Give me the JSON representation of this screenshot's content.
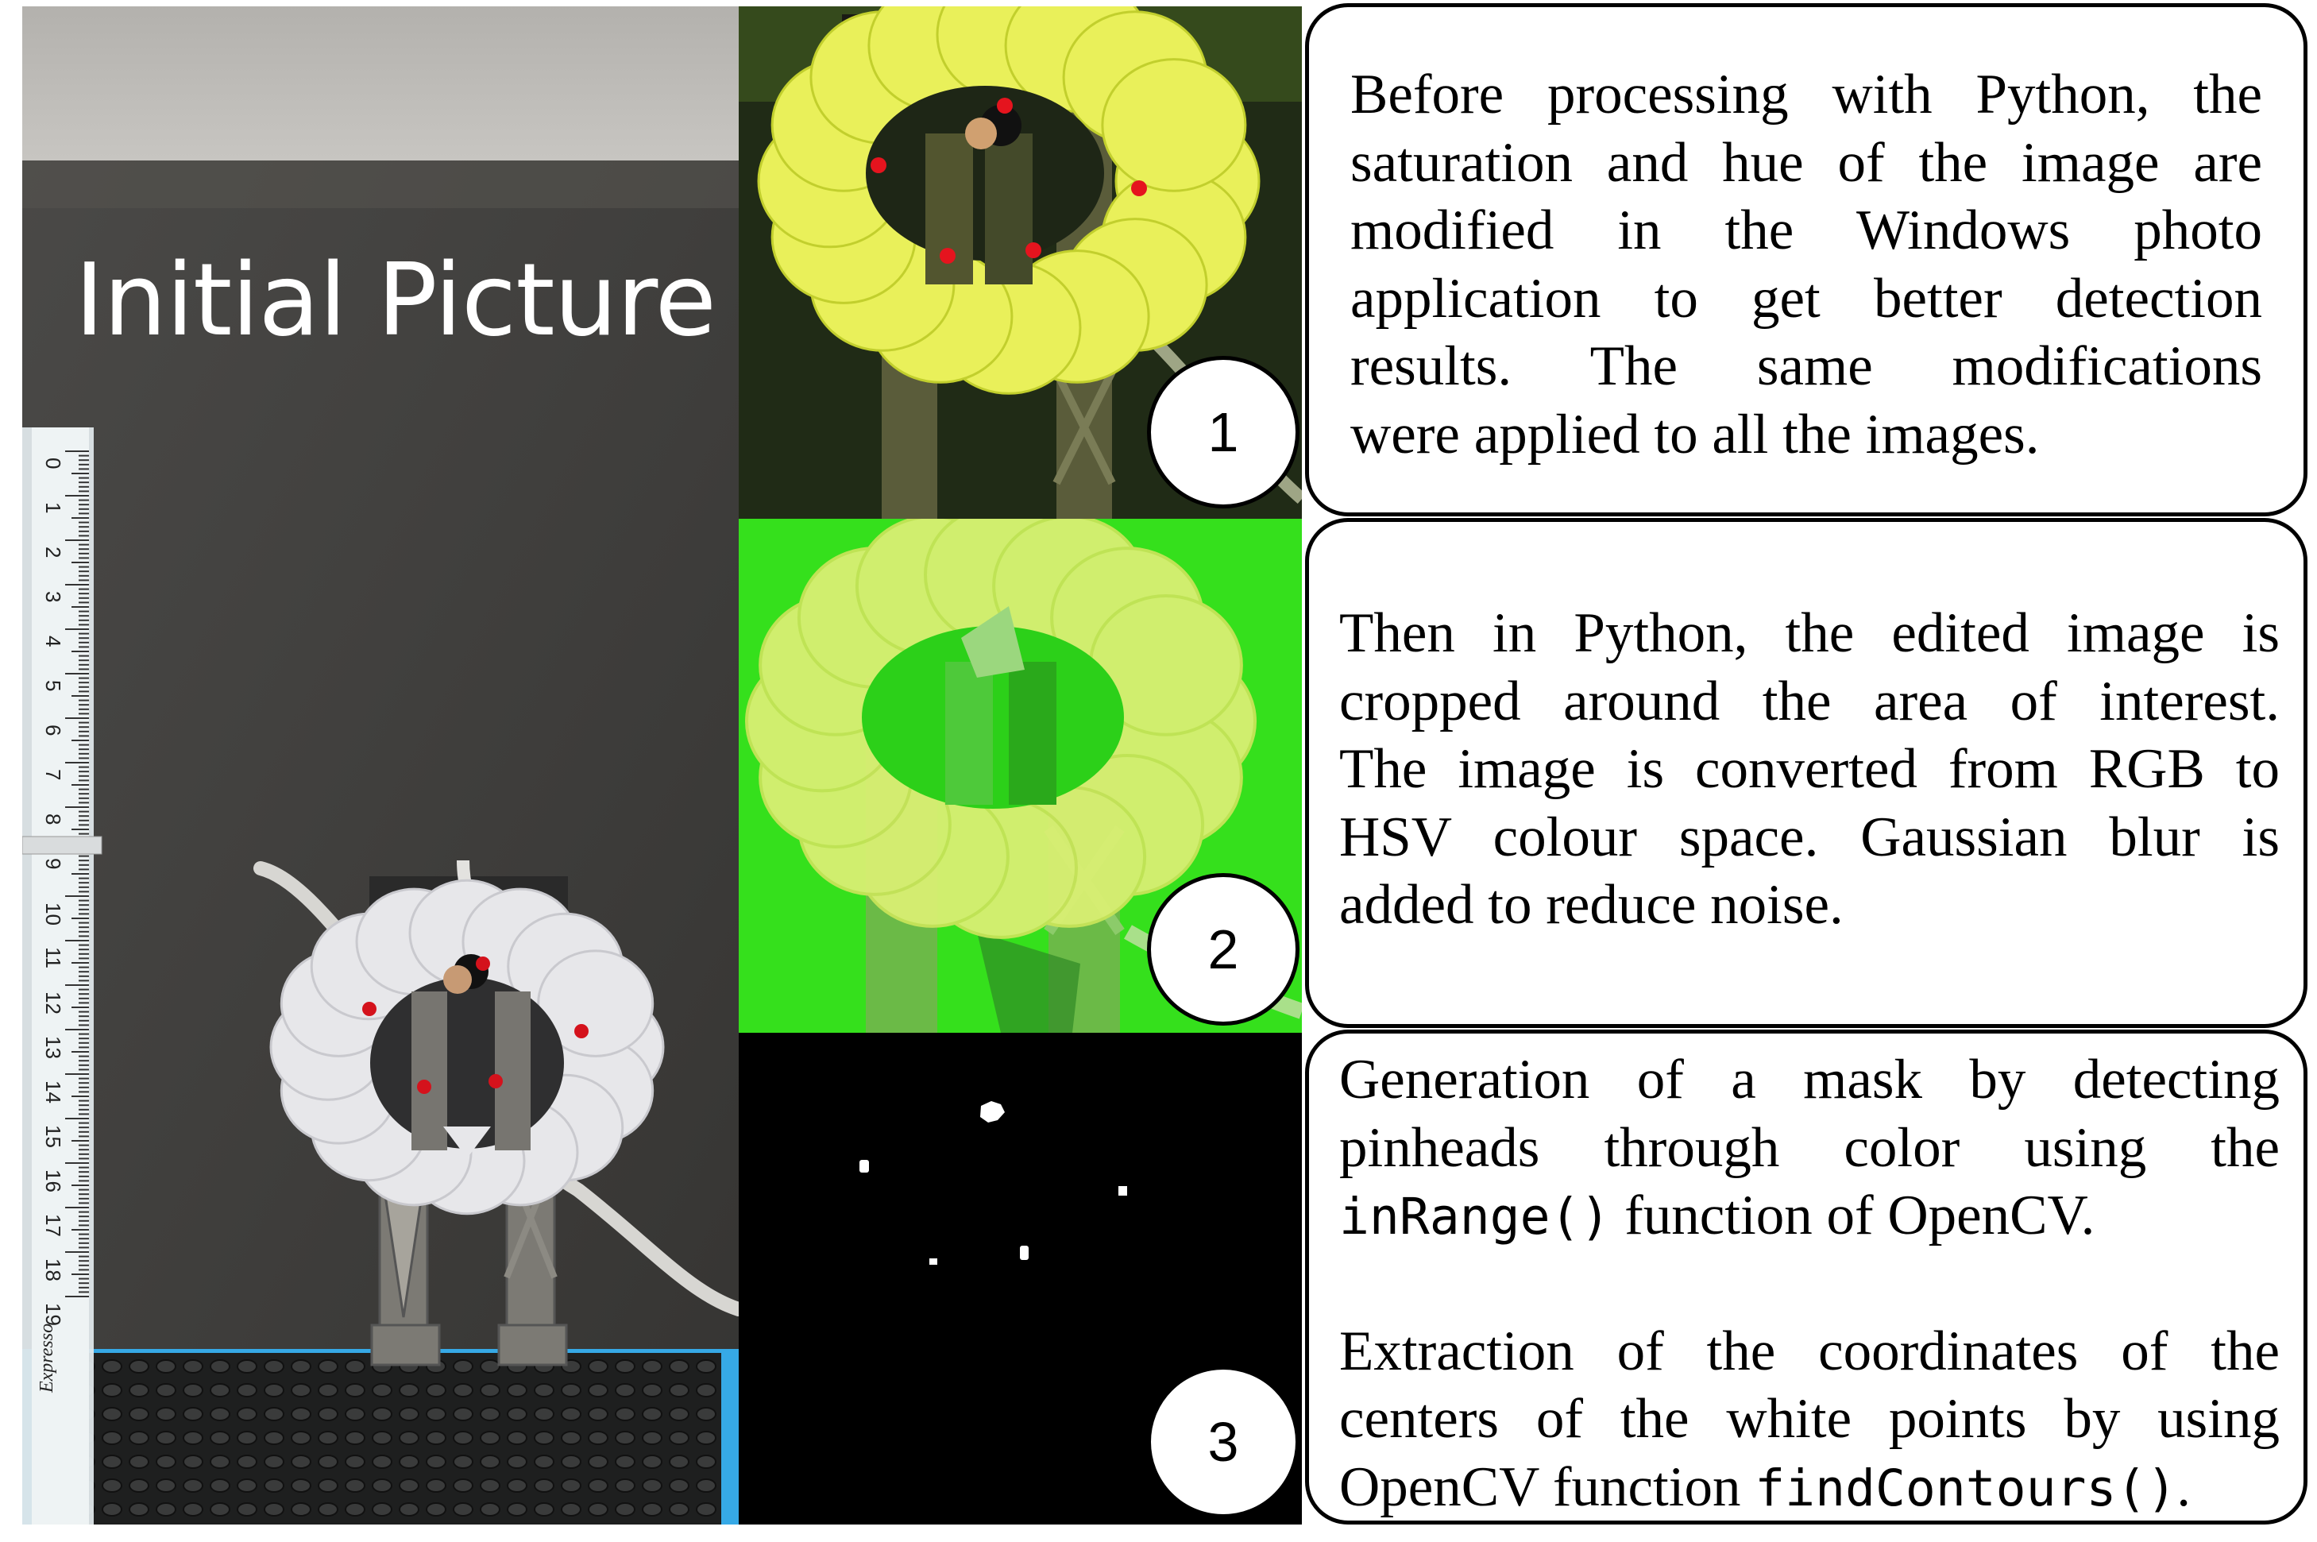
{
  "initial": {
    "title": "Initial Picture"
  },
  "steps": [
    {
      "number": "1"
    },
    {
      "number": "2"
    },
    {
      "number": "3"
    }
  ],
  "panels": {
    "p1": {
      "lines": [
        "Before processing with Python, the",
        "saturation and hue of the image are",
        "modified in the Windows photo",
        "application to get better detection",
        "results. The same modifications",
        "were applied to all the images."
      ]
    },
    "p2": {
      "lines": [
        "Then in Python, the edited image is",
        "cropped around the area of interest.",
        "The image is converted from RGB to",
        "HSV colour space. Gaussian blur is",
        "added to reduce noise."
      ]
    },
    "p3": {
      "a_line1": "Generation of a mask by detecting",
      "a_line2": "pinheads through color using the",
      "a_code": "inRange()",
      "a_tail": " function of OpenCV.",
      "b_line1": "Extraction of the coordinates of the",
      "b_line2": "centers of the white points by using",
      "b_prefix": "OpenCV function ",
      "b_code": "findContours()",
      "b_suffix": "."
    }
  },
  "ruler": {
    "numbers": [
      "0",
      "1",
      "2",
      "3",
      "4",
      "5",
      "6",
      "7",
      "8",
      "9",
      "10",
      "11",
      "12",
      "13",
      "14",
      "15",
      "16",
      "17",
      "18",
      "19"
    ],
    "logo": "Expresso"
  }
}
